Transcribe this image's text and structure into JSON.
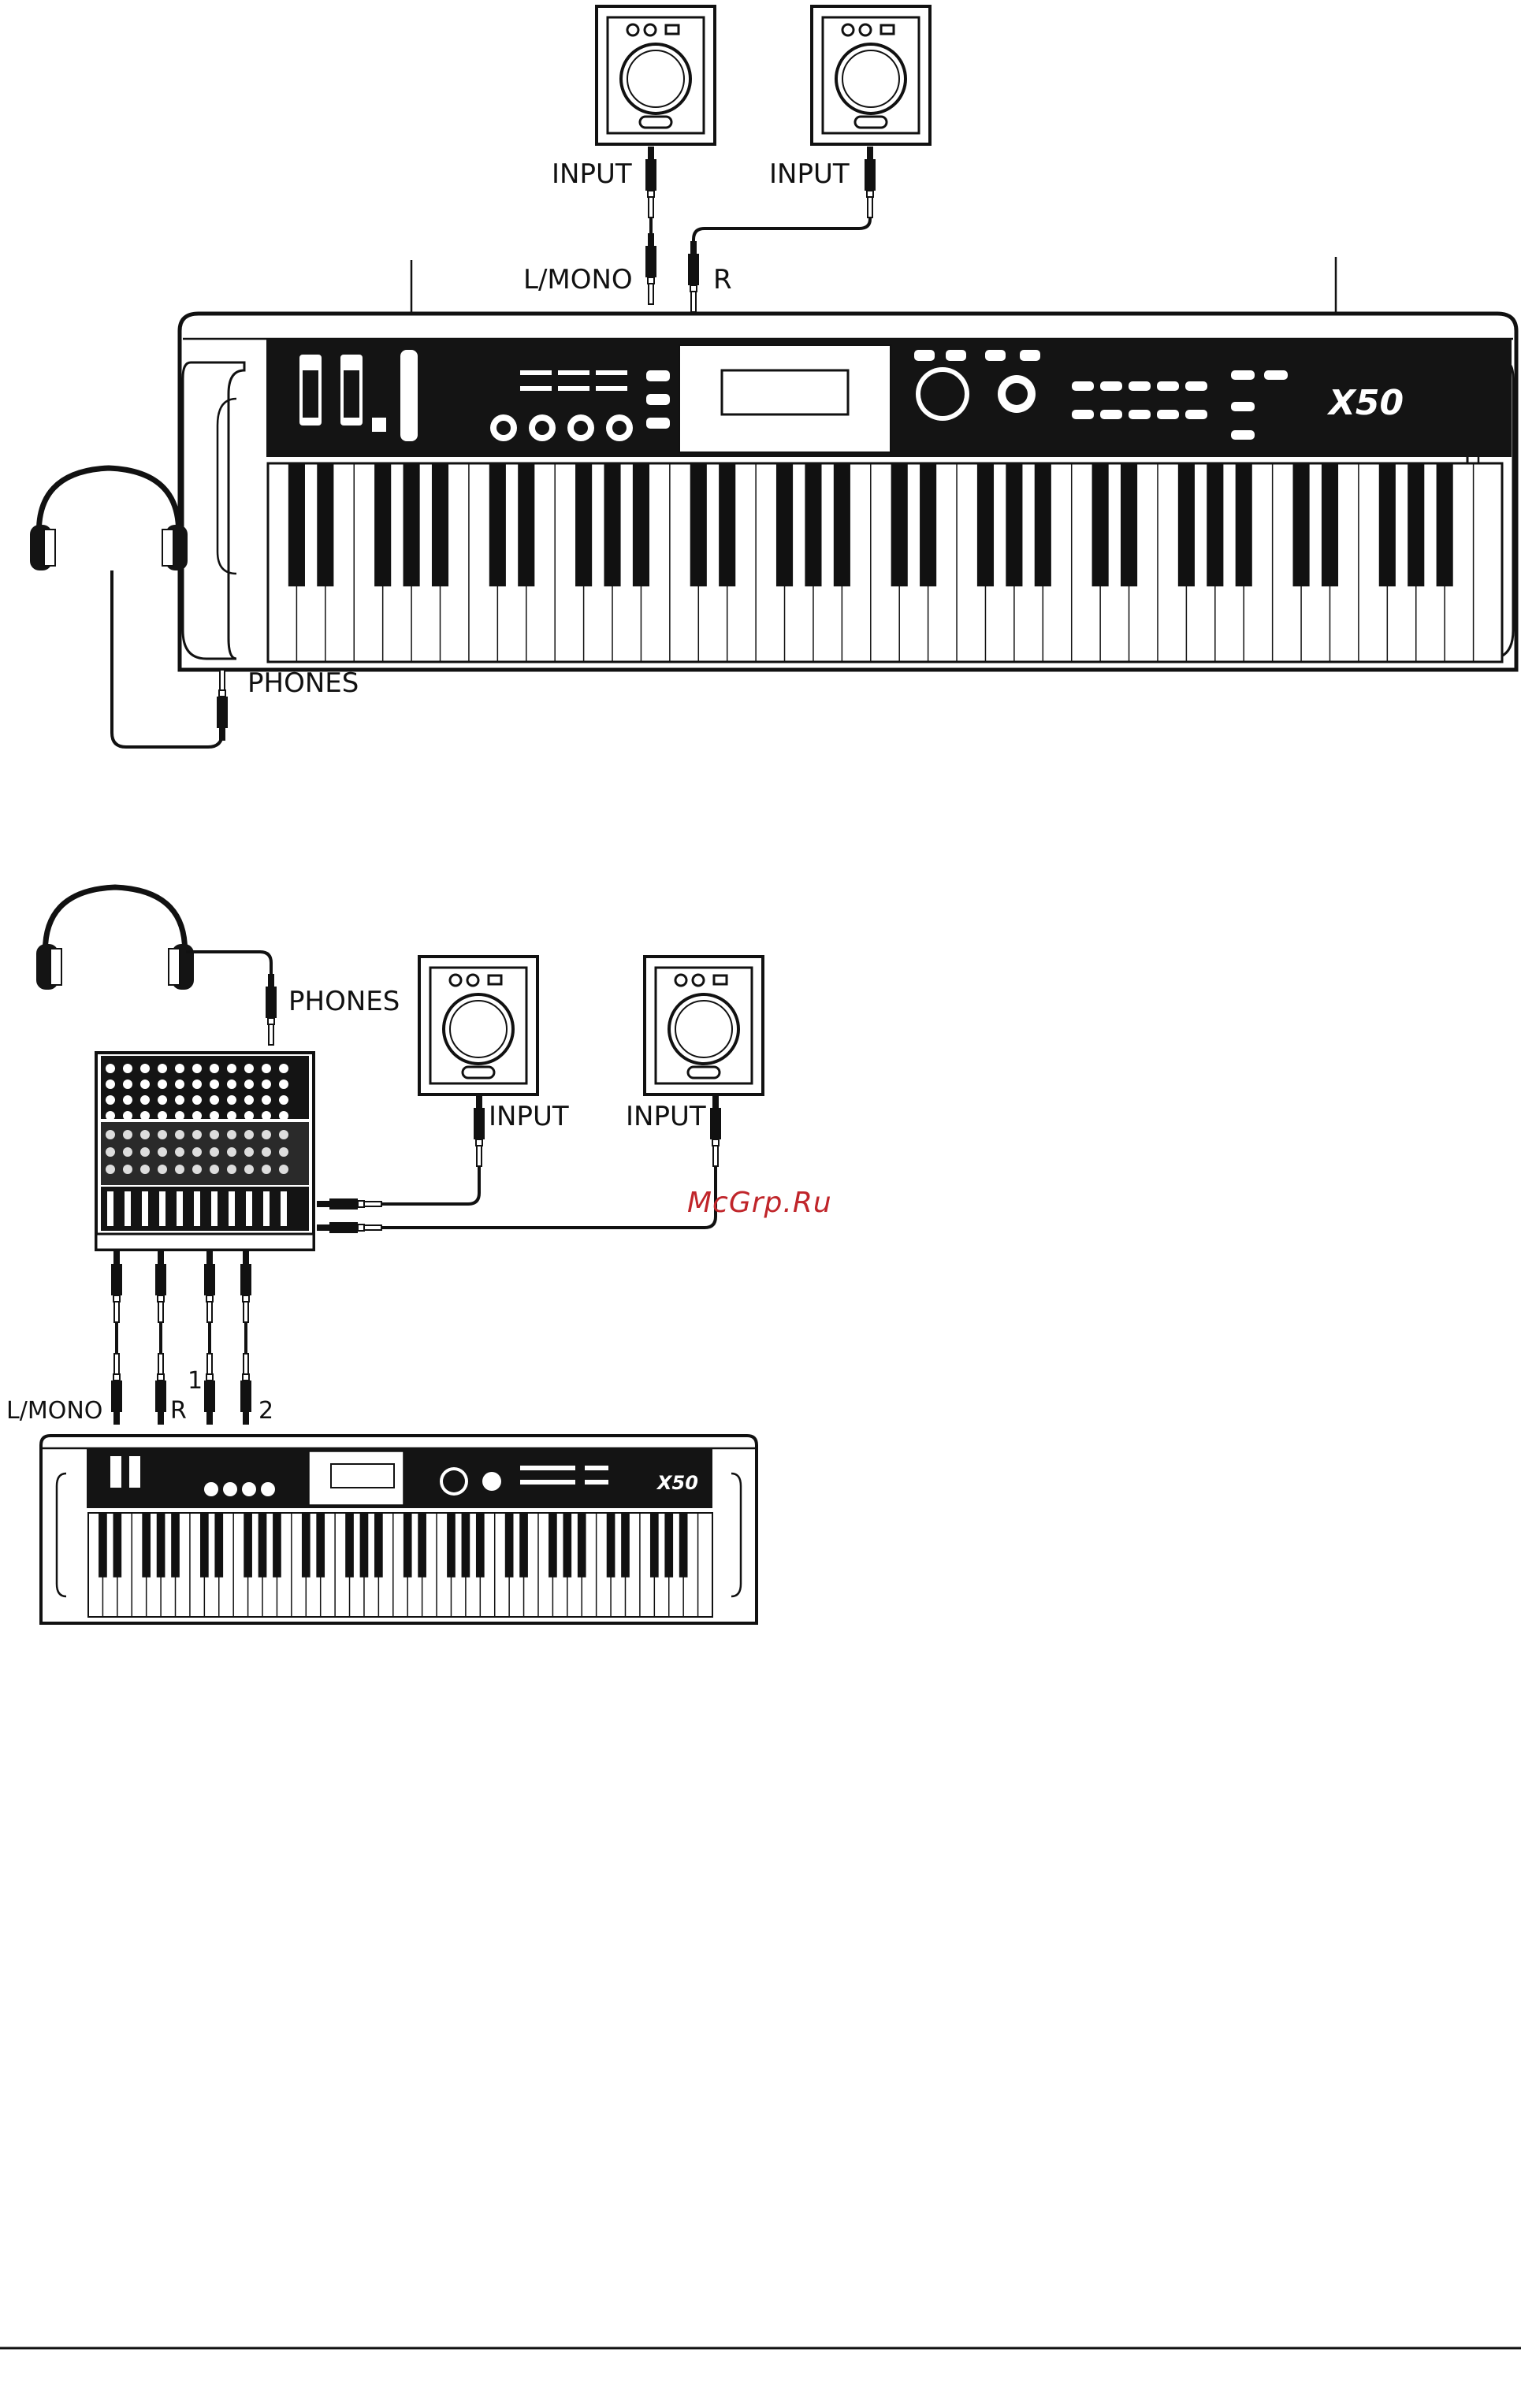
{
  "diagram1": {
    "speaker_left_label": "INPUT",
    "speaker_right_label": "INPUT",
    "out_left_label": "L/MONO",
    "out_right_label": "R",
    "phones_label": "PHONES",
    "keyboard_logo": "X50"
  },
  "diagram2": {
    "phones_label": "PHONES",
    "speaker_left_label": "INPUT",
    "speaker_right_label": "INPUT",
    "out_left_label": "L/MONO",
    "out_right_label": "R",
    "out_1_label": "1",
    "out_2_label": "2",
    "keyboard_logo": "X50"
  },
  "watermark": "McGrp.Ru",
  "colors": {
    "line": "#111111",
    "watermark": "#c0252a",
    "panel": "#141414"
  },
  "icons": [
    "speaker-icon",
    "headphones-icon",
    "jack-plug-icon",
    "mixer-icon",
    "synthesizer-keyboard-icon"
  ]
}
